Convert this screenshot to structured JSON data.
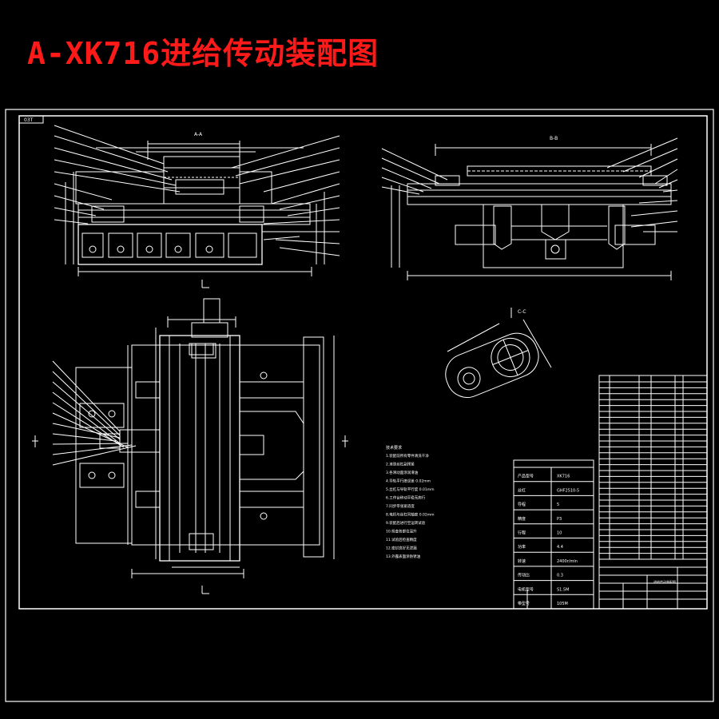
{
  "page": {
    "title": "A-XK716进给传动装配图"
  },
  "drawing": {
    "corner_tag": "03T",
    "views": {
      "section_aa": "A-A",
      "section_bb": "B-B",
      "section_cc": "C-C"
    },
    "notes_title": "技术要求",
    "notes": [
      "1.装配前所有零件清洗干净",
      "2.滚珠丝杠副预紧",
      "3.各滑动面涂润滑油",
      "4.导轨平行度误差 0.02mm",
      "5.丝杠与导轨平行度 0.01mm",
      "6.工作台移动平稳无爬行",
      "7.同步带张紧适度",
      "8.电机与丝杠同轴度 0.02mm",
      "9.装配后进行空运转试验",
      "10.检查各部位温升",
      "11.试验后检查精度",
      "12.密封良好无泄漏",
      "13.外露表面涂防锈油"
    ],
    "spec_rows": [
      [
        "产品型号",
        "XK716"
      ],
      [
        "丝杠",
        "GHF2510-5"
      ],
      [
        "导程",
        "5"
      ],
      [
        "精度",
        "P3"
      ],
      [
        "行程",
        "10"
      ],
      [
        "功率",
        "4.4"
      ],
      [
        "转速",
        "2400r/min"
      ],
      [
        "传动比",
        "0.3"
      ],
      [
        "电机型号",
        "S1.5M"
      ],
      [
        "带型号",
        "105M"
      ]
    ],
    "title_block_name": "进给传动装配图"
  }
}
